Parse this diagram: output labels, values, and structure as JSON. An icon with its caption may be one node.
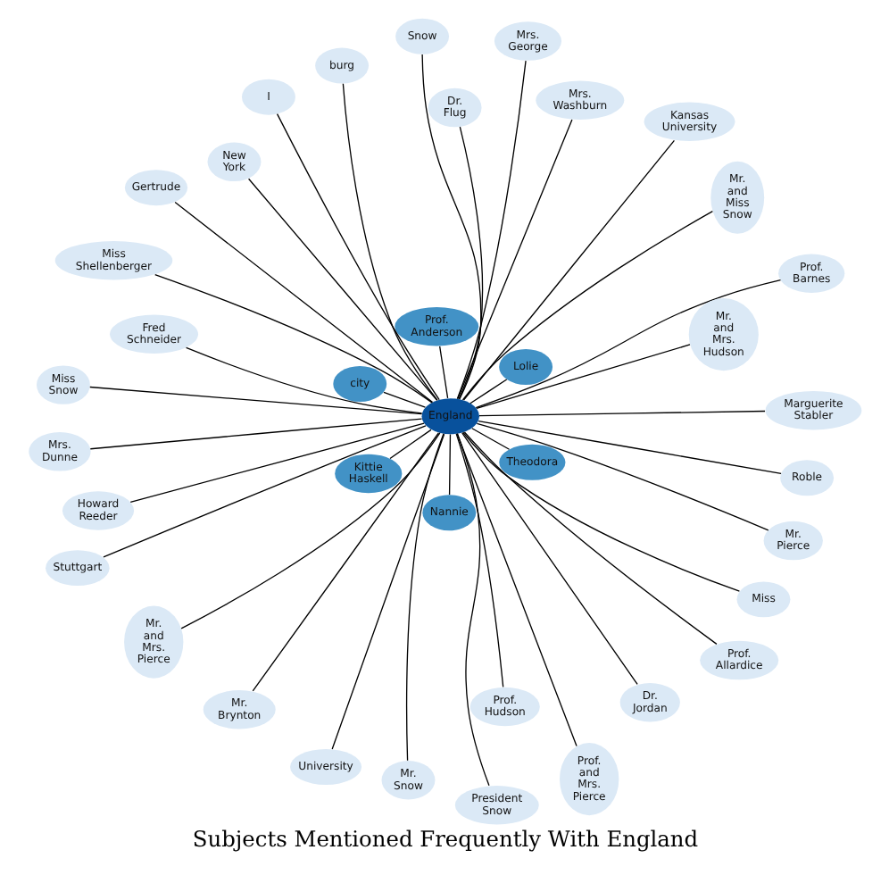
{
  "diagram": {
    "title": "Subjects Mentioned Frequently With England",
    "nodes": [
      {
        "text": [
          "England"
        ]
      },
      {
        "text": [
          "Theodora"
        ]
      },
      {
        "text": [
          "Nannie"
        ]
      },
      {
        "text": [
          "Prof. Anderson"
        ]
      },
      {
        "text": [
          "Lolie"
        ]
      },
      {
        "text": [
          "city"
        ]
      },
      {
        "text": [
          "Kittie Haskell"
        ]
      },
      {
        "text": [
          "Miss"
        ]
      },
      {
        "text": [
          "University"
        ]
      },
      {
        "text": [
          "Prof. and Mrs. Pierce"
        ]
      },
      {
        "text": [
          "Mr. Snow"
        ]
      },
      {
        "text": [
          "Mrs. Dunne"
        ]
      },
      {
        "text": [
          "Roble"
        ]
      },
      {
        "text": [
          "Marguerite Stabler"
        ]
      },
      {
        "text": [
          "burg"
        ]
      },
      {
        "text": [
          "Dr. Jordan"
        ]
      },
      {
        "text": [
          "Prof. Allardice"
        ]
      },
      {
        "text": [
          "Gertrude"
        ]
      },
      {
        "text": [
          "Miss Snow"
        ]
      },
      {
        "text": [
          "Miss Shellenberger"
        ]
      },
      {
        "text": [
          "Howard Reeder"
        ]
      },
      {
        "text": [
          "Stuttgart"
        ]
      },
      {
        "text": [
          "Mrs. Washburn"
        ]
      },
      {
        "text": [
          "Kansas University"
        ]
      },
      {
        "text": [
          "I"
        ]
      },
      {
        "text": [
          "President Snow"
        ]
      },
      {
        "text": [
          "Prof. Barnes"
        ]
      },
      {
        "text": [
          "Fred Schneider"
        ]
      },
      {
        "text": [
          "Mr. Brynton"
        ]
      },
      {
        "text": [
          "Mr. Pierce"
        ]
      },
      {
        "text": [
          "Snow"
        ]
      },
      {
        "text": [
          "Mr. and Mrs. Hudson"
        ]
      },
      {
        "text": [
          "Mr. and Mrs. Pierce"
        ]
      },
      {
        "text": [
          "New York"
        ]
      },
      {
        "text": [
          "Mr. and Miss Snow"
        ]
      },
      {
        "text": [
          "Prof. Hudson"
        ]
      },
      {
        "text": [
          "Dr. Flug"
        ]
      },
      {
        "text": [
          "Mrs. George"
        ]
      }
    ],
    "edges": [
      {
        "from": 0,
        "to": 1,
        "arrow": "none"
      },
      {
        "from": 0,
        "to": 2,
        "arrow": "none"
      },
      {
        "from": 0,
        "to": 3,
        "arrow": "none"
      },
      {
        "from": 0,
        "to": 4,
        "arrow": "none"
      },
      {
        "from": 0,
        "to": 5,
        "arrow": "none"
      },
      {
        "from": 0,
        "to": 6,
        "arrow": "none"
      },
      {
        "from": 0,
        "to": 7,
        "arrow": "none"
      },
      {
        "from": 0,
        "to": 8,
        "arrow": "none"
      },
      {
        "from": 0,
        "to": 9,
        "arrow": "none"
      },
      {
        "from": 0,
        "to": 10,
        "arrow": "none"
      },
      {
        "from": 0,
        "to": 11,
        "arrow": "none"
      },
      {
        "from": 0,
        "to": 12,
        "arrow": "none"
      },
      {
        "from": 0,
        "to": 13,
        "arrow": "none"
      },
      {
        "from": 0,
        "to": 14,
        "arrow": "none"
      },
      {
        "from": 0,
        "to": 15,
        "arrow": "none"
      },
      {
        "from": 0,
        "to": 16,
        "arrow": "none"
      },
      {
        "from": 0,
        "to": 17,
        "arrow": "none"
      },
      {
        "from": 0,
        "to": 18,
        "arrow": "none"
      },
      {
        "from": 0,
        "to": 19,
        "arrow": "none"
      },
      {
        "from": 0,
        "to": 20,
        "arrow": "none"
      },
      {
        "from": 0,
        "to": 21,
        "arrow": "none"
      },
      {
        "from": 0,
        "to": 22,
        "arrow": "none"
      },
      {
        "from": 0,
        "to": 23,
        "arrow": "none"
      },
      {
        "from": 0,
        "to": 24,
        "arrow": "none"
      },
      {
        "from": 0,
        "to": 25,
        "arrow": "none"
      },
      {
        "from": 0,
        "to": 26,
        "arrow": "none"
      },
      {
        "from": 0,
        "to": 27,
        "arrow": "none"
      },
      {
        "from": 0,
        "to": 28,
        "arrow": "none"
      },
      {
        "from": 0,
        "to": 29,
        "arrow": "none"
      },
      {
        "from": 0,
        "to": 30,
        "arrow": "none"
      },
      {
        "from": 0,
        "to": 31,
        "arrow": "none"
      },
      {
        "from": 0,
        "to": 32,
        "arrow": "none"
      },
      {
        "from": 0,
        "to": 33,
        "arrow": "none"
      },
      {
        "from": 0,
        "to": 34,
        "arrow": "none"
      },
      {
        "from": 0,
        "to": 35,
        "arrow": "none"
      },
      {
        "from": 0,
        "to": 36,
        "arrow": "none"
      },
      {
        "from": 0,
        "to": 37,
        "arrow": "none"
      }
    ]
  }
}
